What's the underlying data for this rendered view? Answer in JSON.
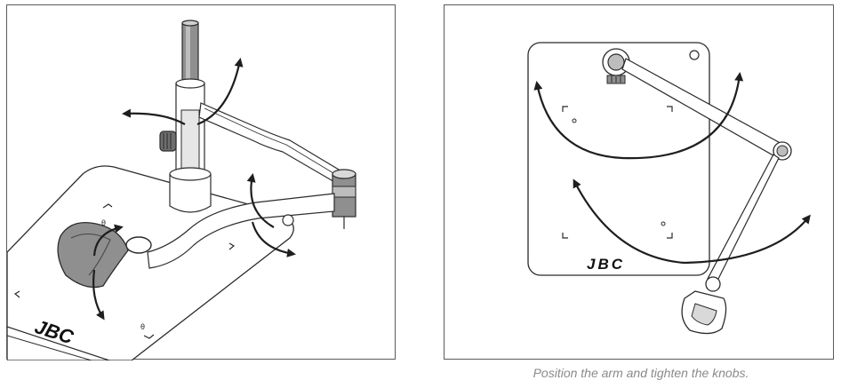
{
  "figure": {
    "caption": "Position the arm and tighten the knobs.",
    "left_panel": {
      "brand": "JBC",
      "angle_symbol": "θ"
    },
    "right_panel": {
      "brand": "JBC"
    }
  },
  "colors": {
    "outline": "#2b2b2b",
    "grey_fill": "#8f8f8f",
    "dark_grey": "#4a4a4a",
    "light_grey": "#d9d9d9",
    "arrow": "#1e1e1e",
    "caption": "#8a8a8a"
  }
}
